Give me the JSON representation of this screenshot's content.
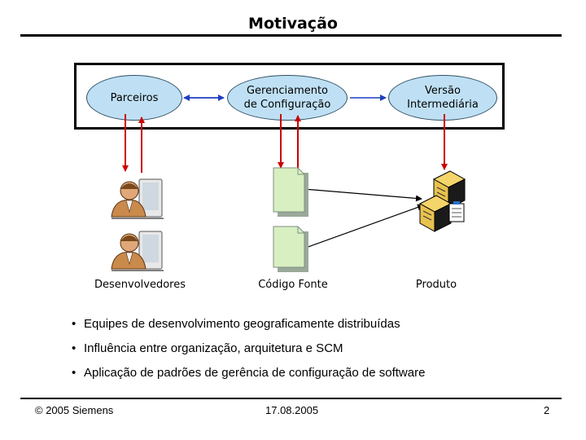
{
  "slide": {
    "title": "Motivação",
    "page_number": "2",
    "footer_left": "© 2005 Siemens",
    "footer_center": "17.08.2005"
  },
  "diagram": {
    "nodes": {
      "parceiros": "Parceiros",
      "gerenciamento_line1": "Gerenciamento",
      "gerenciamento_line2": "de Configuração",
      "versao_line1": "Versão",
      "versao_line2": "Intermediária"
    },
    "labels": {
      "desenvolvedores": "Desenvolvedores",
      "codigo_fonte": "Código Fonte",
      "produto": "Produto"
    },
    "colors": {
      "node_fill": "#bfe0f4",
      "arrow_red": "#cc0000",
      "document_fill": "#d8efc2"
    }
  },
  "bullets": [
    "Equipes de desenvolvimento geograficamente distribuídas",
    "Influência entre organização, arquitetura e SCM",
    "Aplicação de padrões de gerência de configuração de software"
  ]
}
